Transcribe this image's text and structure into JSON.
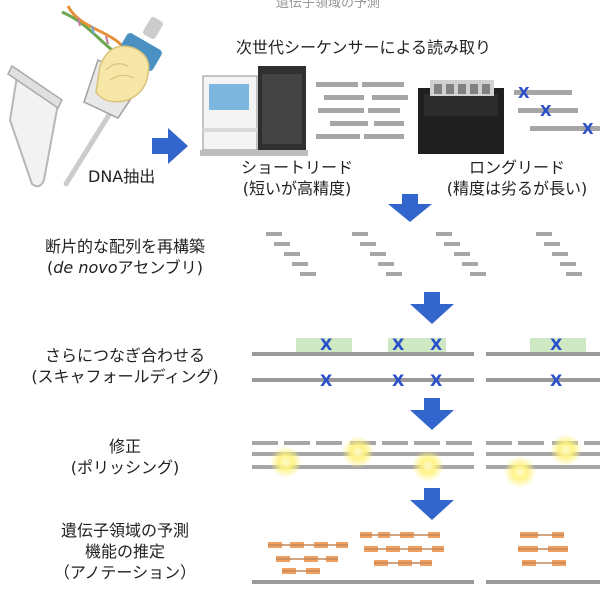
{
  "header": {
    "title_top": "遺伝子領域の予測",
    "sequencer_title": "次世代シーケンサーによる読み取り"
  },
  "extraction": {
    "label": "DNA抽出"
  },
  "sequencers": {
    "short_read": {
      "line1": "ショートリード",
      "line2": "(短いが高精度)"
    },
    "long_read": {
      "line1": "ロングリード",
      "line2": "(精度は劣るが長い)"
    }
  },
  "steps": [
    {
      "line1": "断片的な配列を再構築",
      "line2_italic": "de novo",
      "line2_rest": "アセンブリ",
      "paren_open": "(",
      "paren_close": ")"
    },
    {
      "line1": "さらにつなぎ合わせる",
      "line2": "(スキャフォールディング)"
    },
    {
      "line1": "修正",
      "line2": "(ポリッシング)"
    },
    {
      "line1": "遺伝子領域の予測",
      "line2": "機能の推定",
      "line3": "（アノテーション）"
    }
  ],
  "marks": {
    "error_mark": "X"
  },
  "colors": {
    "arrow": "#3366cc",
    "read_gray": "#a6a6a6",
    "contig_gray": "#9a9a9a",
    "scaffold_green": "#cfe8c4",
    "error_blue": "#2b4fc9",
    "polish_glow": "#fff27a",
    "gene_orange": "#f0a060"
  }
}
